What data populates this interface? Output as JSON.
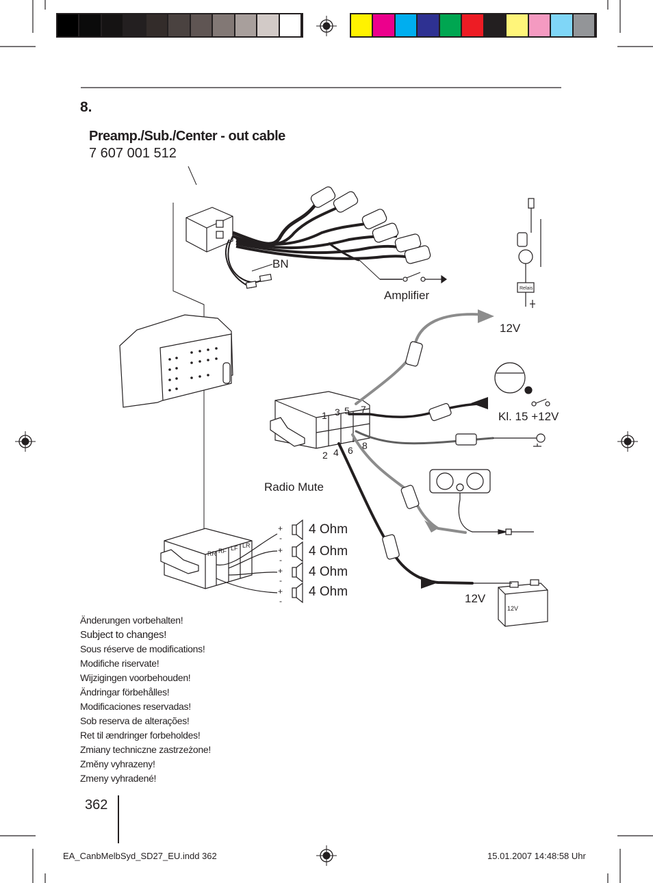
{
  "color_bar": {
    "grays": [
      "#000000",
      "#0b0b0b",
      "#151313",
      "#231f20",
      "#332c2a",
      "#4a4240",
      "#5f5553",
      "#827875",
      "#a89f9c",
      "#d2cac7",
      "#ffffff"
    ],
    "process": [
      "#fff200",
      "#ec008c",
      "#00aeef",
      "#2e3192",
      "#00a651",
      "#ed1c24",
      "#231f20",
      "#fff57a",
      "#f49ac1",
      "#7fd6f7",
      "#939598"
    ]
  },
  "section": {
    "number": "8."
  },
  "cable": {
    "title": "Preamp./Sub./Center - out cable",
    "part_number": "7 607 001 512"
  },
  "diagram": {
    "bn_label": "BN",
    "amplifier_label": "Amplifier",
    "relais_label": "Relais",
    "v12_top_label": "12V",
    "kl15_label": "Kl. 15 +12V",
    "radio_mute_label": "Radio Mute",
    "v12_bottom_label": "12V",
    "battery_label": "12V",
    "pin_numbers": [
      "1",
      "3",
      "5",
      "7",
      "2",
      "4",
      "6",
      "8"
    ],
    "channel_labels": [
      "RR",
      "RF",
      "LF",
      "LR"
    ],
    "speaker_impedances": [
      "4 Ohm",
      "4 Ohm",
      "4 Ohm",
      "4 Ohm"
    ]
  },
  "disclaimer": [
    "Änderungen vorbehalten!",
    "Subject to changes!",
    "Sous réserve de modifications!",
    "Modifiche riservate!",
    "Wijzigingen voorbehouden!",
    "Ändringar förbehålles!",
    "Modificaciones reservadas!",
    "Sob reserva de alterações!",
    "Ret til ændringer forbeholdes!",
    "Zmiany techniczne zastrzeżone!",
    "Změny vyhrazeny!",
    "Zmeny vyhradené!"
  ],
  "page_number": "362",
  "footer": {
    "file": "EA_CanbMelbSyd_SD27_EU.indd   362",
    "datetime": "15.01.2007   14:48:58 Uhr"
  }
}
